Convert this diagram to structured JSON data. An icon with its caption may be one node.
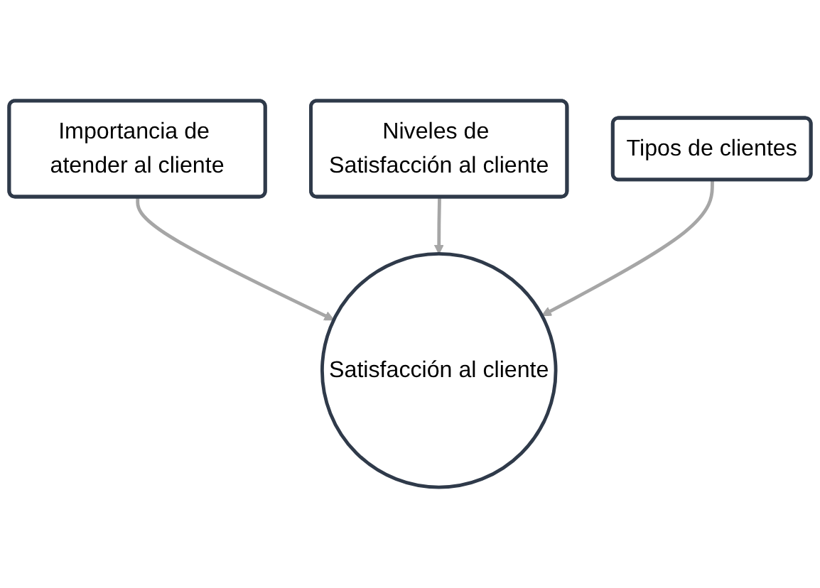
{
  "diagram": {
    "nodes": [
      {
        "text": [
          "Importancia de atender al cliente"
        ]
      },
      {
        "text": [
          "Niveles de Satisfacción al cliente"
        ]
      },
      {
        "text": [
          "Tipos de clientes"
        ]
      },
      {
        "text": [
          "Satisfacción al cliente"
        ]
      }
    ],
    "edges": [
      {
        "from": 0,
        "to": 3,
        "arrow": "to"
      },
      {
        "from": 1,
        "to": 3,
        "arrow": "to"
      },
      {
        "from": 2,
        "to": 3,
        "arrow": "to"
      }
    ]
  }
}
